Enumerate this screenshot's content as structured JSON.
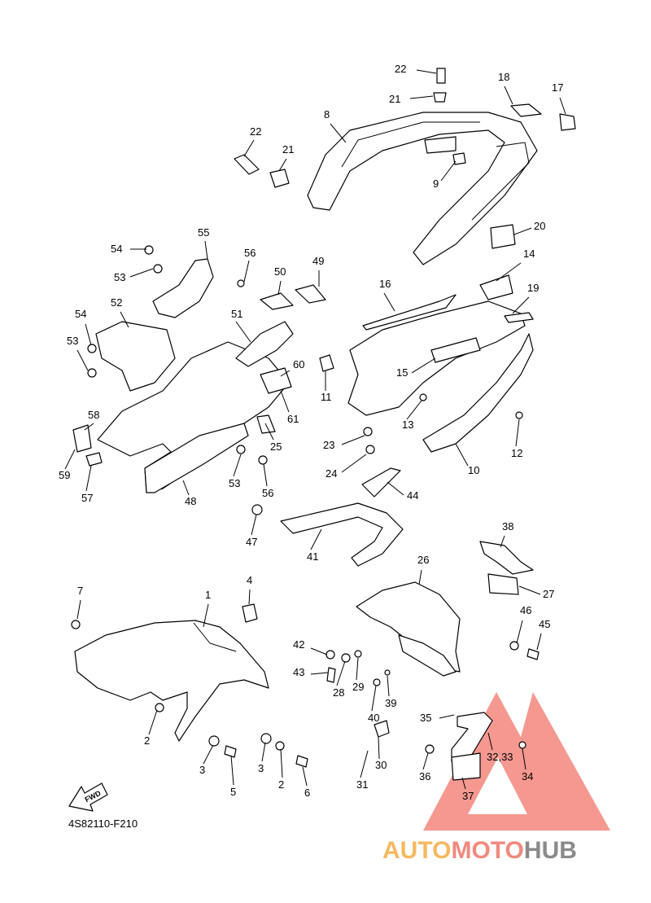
{
  "diagram_code": "4S82110-F210",
  "fwd_label": "FWD",
  "watermark": {
    "part1": "AUTO",
    "part2": "MOTO",
    "part3": "HUB",
    "color_auto": "#f5b961",
    "color_moto": "#f08a7e",
    "color_hub": "#8a8a8a",
    "triangle_color": "#f3877d"
  },
  "callouts": [
    "1",
    "2",
    "2",
    "3",
    "3",
    "4",
    "5",
    "6",
    "7",
    "8",
    "9",
    "10",
    "11",
    "12",
    "13",
    "14",
    "15",
    "16",
    "17",
    "18",
    "19",
    "20",
    "21",
    "21",
    "22",
    "22",
    "23",
    "24",
    "25",
    "26",
    "27",
    "28",
    "29",
    "30",
    "31",
    "32,33",
    "34",
    "35",
    "36",
    "37",
    "38",
    "39",
    "40",
    "41",
    "42",
    "43",
    "44",
    "45",
    "46",
    "47",
    "48",
    "49",
    "50",
    "51",
    "52",
    "53",
    "53",
    "53",
    "54",
    "54",
    "55",
    "56",
    "56",
    "57",
    "58",
    "59",
    "60",
    "61"
  ]
}
